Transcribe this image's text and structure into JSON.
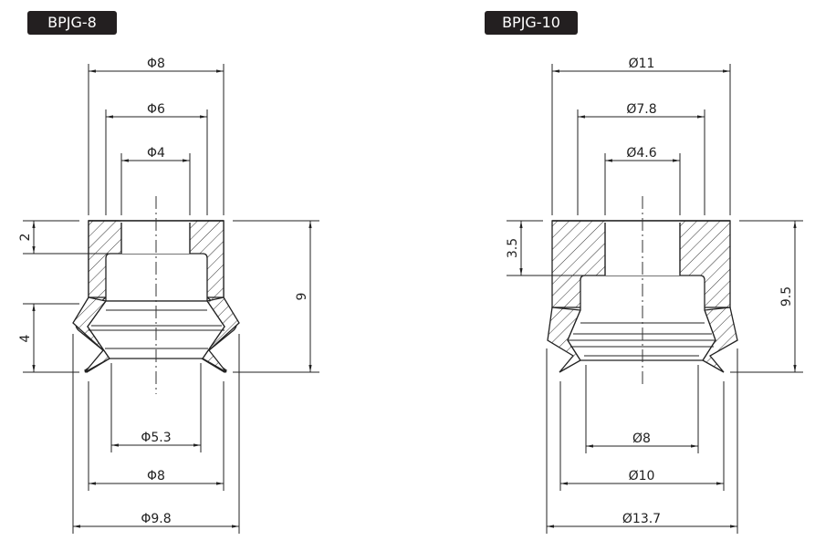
{
  "models": [
    {
      "name": "BPJG-8",
      "dims": {
        "top_outer": "Φ8",
        "top_mid": "Φ6",
        "top_inner": "Φ4",
        "bottom_inner": "Φ5.3",
        "bottom_mid": "Φ8",
        "bottom_outer": "Φ9.8",
        "top_height": "2",
        "bellows_height": "4",
        "total_height": "9"
      }
    },
    {
      "name": "BPJG-10",
      "dims": {
        "top_outer": "Ø11",
        "top_mid": "Ø7.8",
        "top_inner": "Ø4.6",
        "bottom_inner": "Ø8",
        "bottom_mid": "Ø10",
        "bottom_outer": "Ø13.7",
        "top_height": "3.5",
        "total_height": "9.5"
      }
    }
  ]
}
